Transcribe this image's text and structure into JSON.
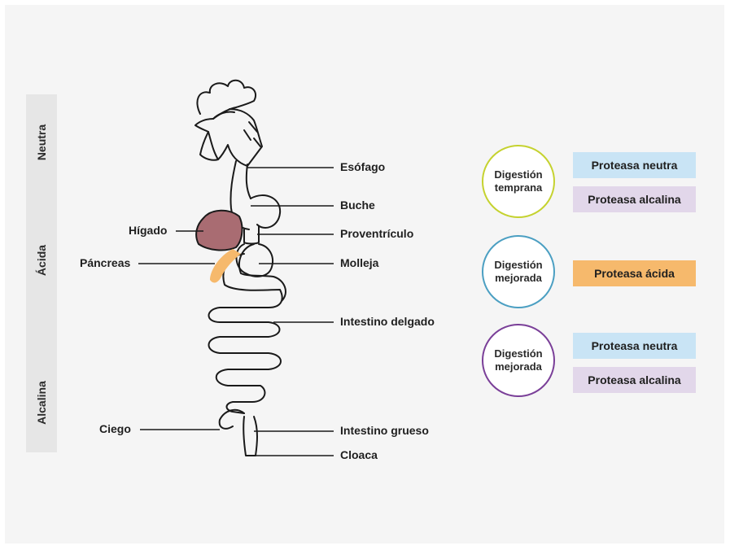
{
  "phases": [
    {
      "label": "Neutra"
    },
    {
      "label": "Ácida"
    },
    {
      "label": "Alcalina"
    }
  ],
  "labels": {
    "esofago": "Esófago",
    "buche": "Buche",
    "proventriculo": "Proventrículo",
    "molleja": "Molleja",
    "intestino_delgado": "Intestino delgado",
    "intestino_grueso": "Intestino grueso",
    "cloaca": "Cloaca",
    "higado": "Hígado",
    "pancreas": "Páncreas",
    "ciego": "Ciego"
  },
  "stages": [
    {
      "title": "Digestión temprana",
      "color": "#c5d22f",
      "enzymes": [
        {
          "label": "Proteasa neutra",
          "color": "#c9e4f5"
        },
        {
          "label": "Proteasa alcalina",
          "color": "#e2d7ea"
        }
      ]
    },
    {
      "title": "Digestión mejorada",
      "color": "#4b9fc2",
      "enzymes": [
        {
          "label": "Proteasa ácida",
          "color": "#f6b96c"
        }
      ]
    },
    {
      "title": "Digestión mejorada",
      "color": "#7a3f98",
      "enzymes": [
        {
          "label": "Proteasa neutra",
          "color": "#c9e4f5"
        },
        {
          "label": "Proteasa alcalina",
          "color": "#e2d7ea"
        }
      ]
    }
  ],
  "colors": {
    "liver": "#a96c72",
    "pancreas": "#f6b96c",
    "outline": "#1a1a1a"
  }
}
